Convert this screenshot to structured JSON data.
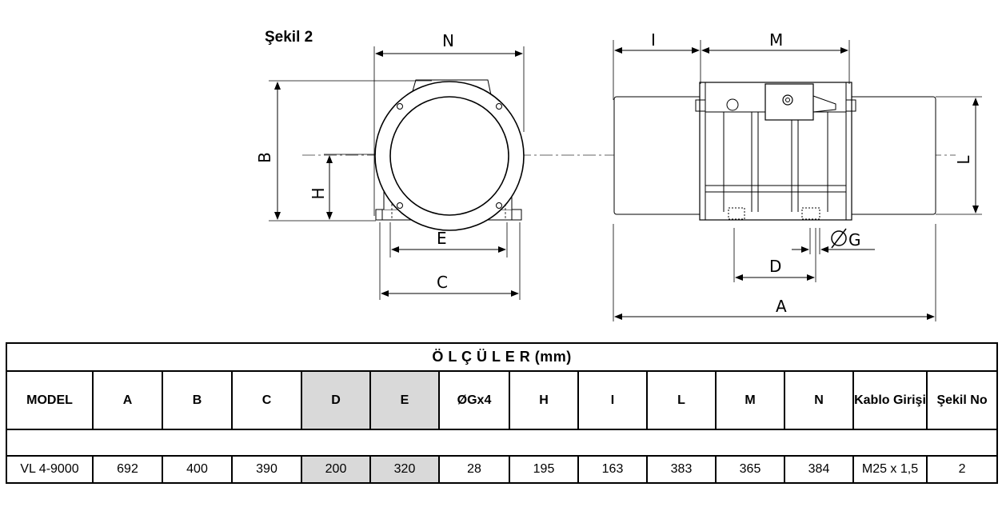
{
  "figure": {
    "label": "Şekil 2",
    "dim_labels": {
      "A": "A",
      "B": "B",
      "C": "C",
      "D": "D",
      "E": "E",
      "G": "G",
      "H": "H",
      "I": "I",
      "L": "L",
      "M": "M",
      "N": "N"
    }
  },
  "table": {
    "title": "Ö L Ç Ü L E R  (mm)",
    "headers": [
      "MODEL",
      "A",
      "B",
      "C",
      "D",
      "E",
      "ØGx4",
      "H",
      "I",
      "L",
      "M",
      "N",
      "Kablo Girişi",
      "Şekil No"
    ],
    "rows": [
      [
        "VL 4-9000",
        "692",
        "400",
        "390",
        "200",
        "320",
        "28",
        "195",
        "163",
        "383",
        "365",
        "384",
        "M25 x 1,5",
        "2"
      ]
    ],
    "shaded_columns": [
      "D",
      "E"
    ],
    "shade_color": "#d9d9d9"
  },
  "icons": [
    "diameter-symbol"
  ]
}
